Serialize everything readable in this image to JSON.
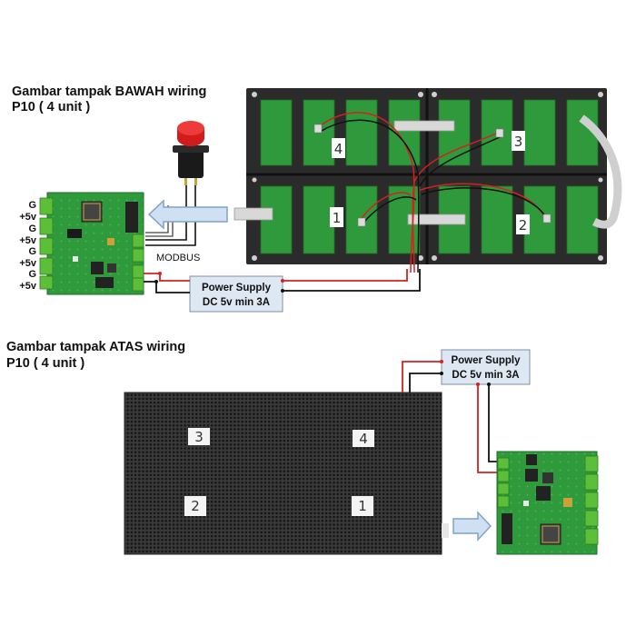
{
  "top_title_line1": "Gambar tampak BAWAH wiring",
  "top_title_line2": "P10 ( 4 unit )",
  "bottom_title_line1": "Gambar tampak ATAS wiring",
  "bottom_title_line2": "P10 ( 4 unit )",
  "power_supply": {
    "line1": "Power Supply",
    "line2": "DC 5v min 3A"
  },
  "modbus_label": "MODBUS",
  "terminal_labels": [
    "G",
    "+5v",
    "G",
    "+5v",
    "G",
    "+5v",
    "G",
    "+5v"
  ],
  "rear_panel_numbers": [
    "4",
    "3",
    "1",
    "2"
  ],
  "front_panel_numbers": [
    "3",
    "4",
    "2",
    "1"
  ],
  "colors": {
    "pcb_green": "#2f9a3c",
    "panel_frame": "#2b2b2b",
    "arrow_fill": "#cfe0f2",
    "arrow_stroke": "#7fa3c8",
    "ps_fill": "#dde8f3",
    "wire_red": "#d62020",
    "wire_black": "#111111",
    "terminal_green": "#5cbf3a"
  }
}
